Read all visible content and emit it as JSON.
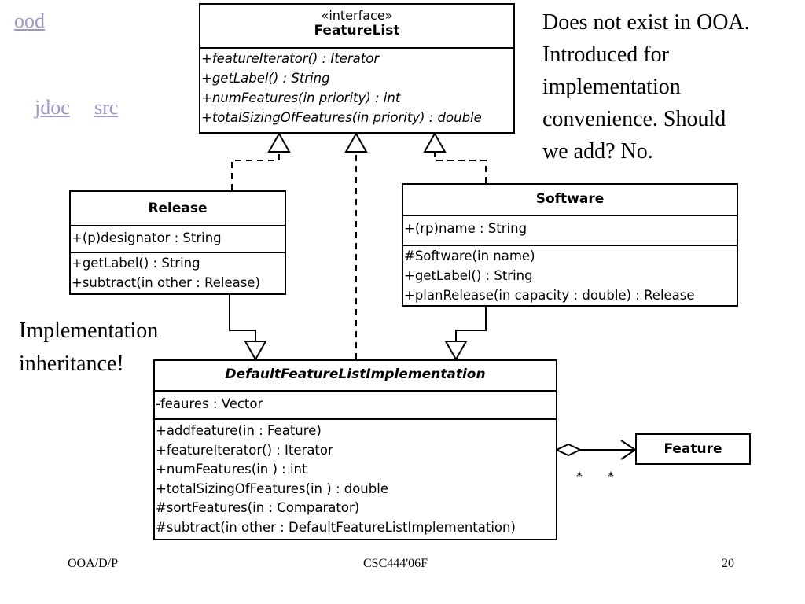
{
  "links": {
    "ood": "ood",
    "jdoc": "jdoc",
    "src": "src"
  },
  "note": {
    "lines": [
      "Does not exist in OOA.",
      "Introduced for",
      "implementation",
      "convenience. Should",
      "we add? No."
    ]
  },
  "impl_note": {
    "lines": [
      "Implementation",
      "inheritance!"
    ]
  },
  "classes": {
    "feature_list": {
      "stereotype": "«interface»",
      "name": "FeatureList",
      "operations": [
        "+featureIterator() : Iterator",
        "+getLabel() : String",
        "+numFeatures(in priority) : int",
        "+totalSizingOfFeatures(in priority) : double"
      ]
    },
    "release": {
      "name": "Release",
      "attributes": [
        "+(p)designator : String"
      ],
      "operations": [
        "+getLabel() : String",
        "+subtract(in other : Release)"
      ]
    },
    "software": {
      "name": "Software",
      "attributes": [
        "+(rp)name : String"
      ],
      "operations": [
        "#Software(in name)",
        "+getLabel() : String",
        "+planRelease(in capacity : double) : Release"
      ]
    },
    "default_impl": {
      "name": "DefaultFeatureListImplementation",
      "attributes": [
        "-feaures : Vector"
      ],
      "operations": [
        "+addfeature(in  : Feature)",
        "+featureIterator() : Iterator",
        "+numFeatures(in ) : int",
        "+totalSizingOfFeatures(in ) : double",
        "#sortFeatures(in  : Comparator)",
        "#subtract(in other : DefaultFeatureListImplementation)"
      ]
    },
    "feature": {
      "name": "Feature"
    }
  },
  "multiplicity": {
    "left": "*",
    "right": "*"
  },
  "footer": {
    "left": "OOA/D/P",
    "center": "CSC444'06F",
    "right": "20"
  }
}
